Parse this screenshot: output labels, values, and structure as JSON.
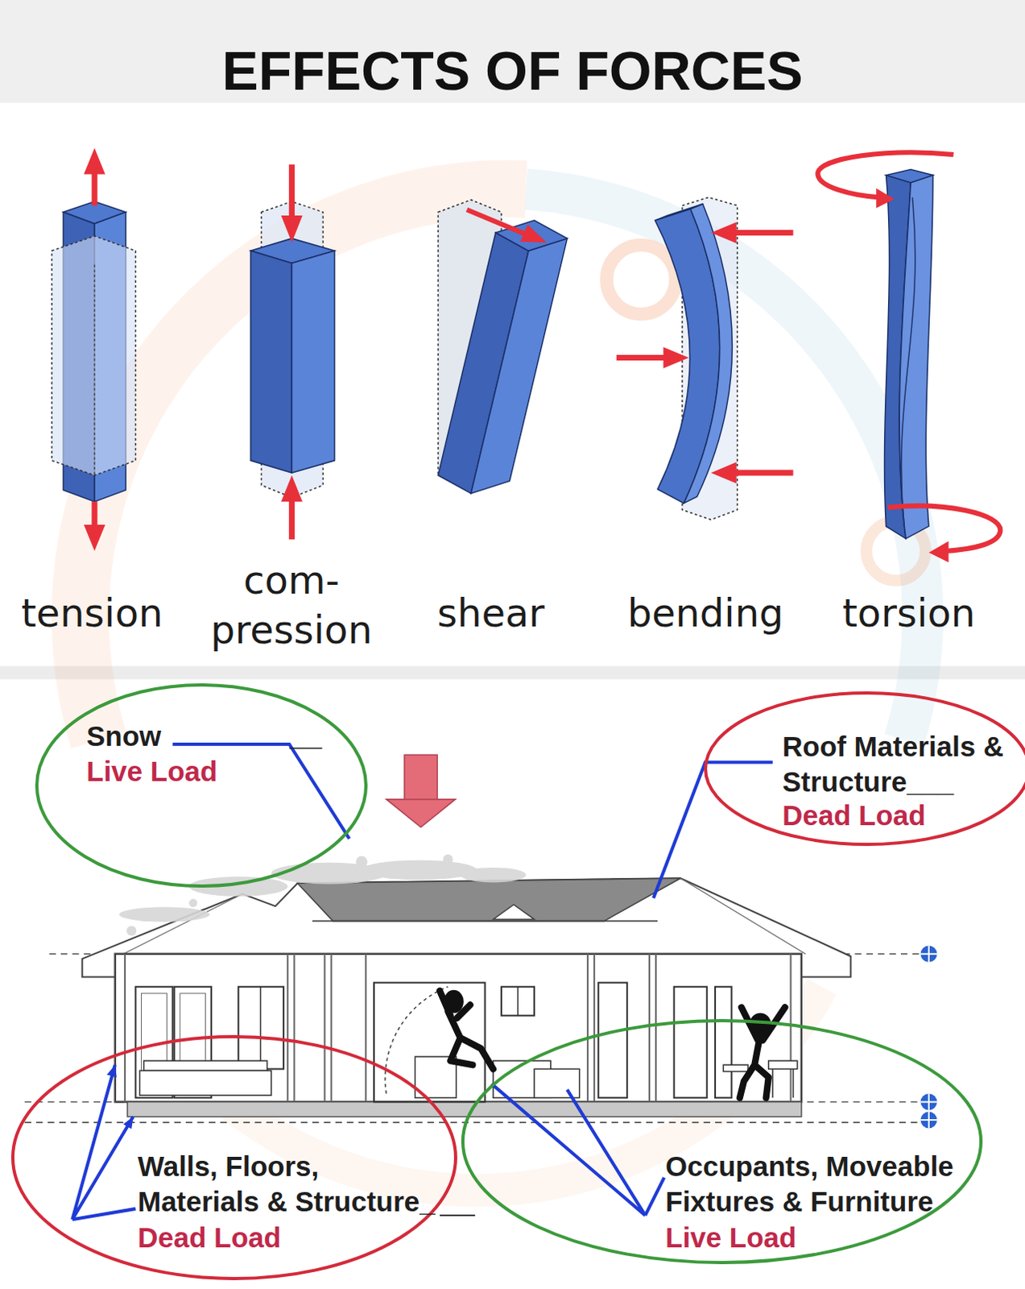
{
  "diagram": {
    "title": "EFFECTS OF FORCES",
    "nodes": [
      {
        "text": [
          "Snow",
          "Live Load"
        ]
      },
      {
        "text": [
          "Roof Materials & Structure___",
          "Dead Load"
        ]
      },
      {
        "text": [
          "Walls, Floors, Materials & Structure_",
          "Dead Load"
        ]
      },
      {
        "text": [
          "Occupants, Moveable Fixtures & Furniture",
          "Live Load"
        ]
      }
    ],
    "labels": [
      "tension",
      "com- pression",
      "shear",
      "bending",
      "torsion"
    ]
  }
}
